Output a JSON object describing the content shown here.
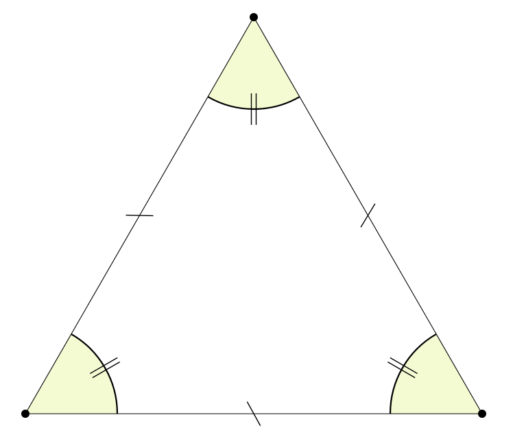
{
  "diagram": {
    "type": "geometry-figure",
    "shape": "equilateral-triangle",
    "vertex_count": 3,
    "equal_side_marks": 1,
    "equal_angle_marks": 2,
    "colors": {
      "background": "#ffffff",
      "edge": "#000000",
      "vertex_dot": "#000000",
      "angle_fill": "#f4fad2"
    }
  }
}
